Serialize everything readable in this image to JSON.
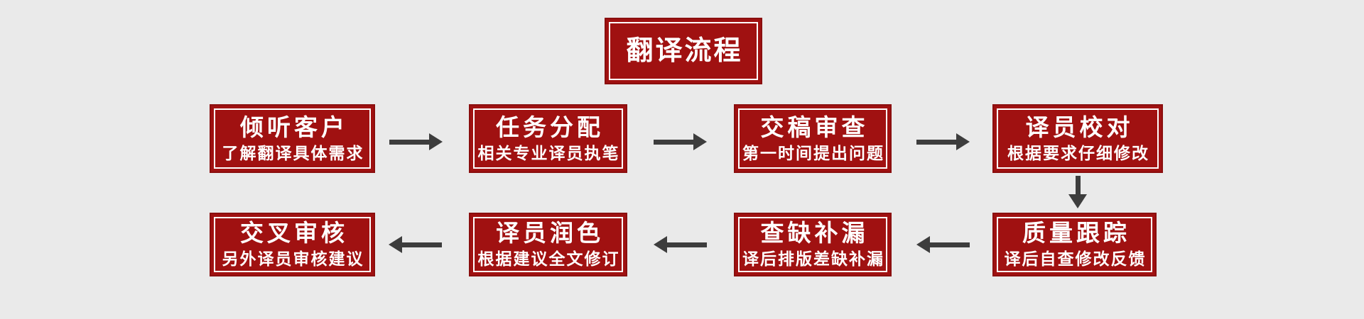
{
  "meta": {
    "background_color": "#EAEAEA",
    "box_fill_color": "#A01111",
    "box_border_color": "#8A0E0E",
    "box_inner_line_color": "#FFFFFF",
    "arrow_color": "#3D3D3D",
    "text_color": "#FFFFFF"
  },
  "title": {
    "label": "翻译流程"
  },
  "flow": {
    "row1": [
      {
        "title": "倾听客户",
        "subtitle": "了解翻译具体需求"
      },
      {
        "title": "任务分配",
        "subtitle": "相关专业译员执笔"
      },
      {
        "title": "交稿审查",
        "subtitle": "第一时间提出问题"
      },
      {
        "title": "译员校对",
        "subtitle": "根据要求仔细修改"
      }
    ],
    "row2": [
      {
        "title": "交叉审核",
        "subtitle": "另外译员审核建议"
      },
      {
        "title": "译员润色",
        "subtitle": "根据建议全文修订"
      },
      {
        "title": "查缺补漏",
        "subtitle": "译后排版差缺补漏"
      },
      {
        "title": "质量跟踪",
        "subtitle": "译后自查修改反馈"
      }
    ]
  }
}
